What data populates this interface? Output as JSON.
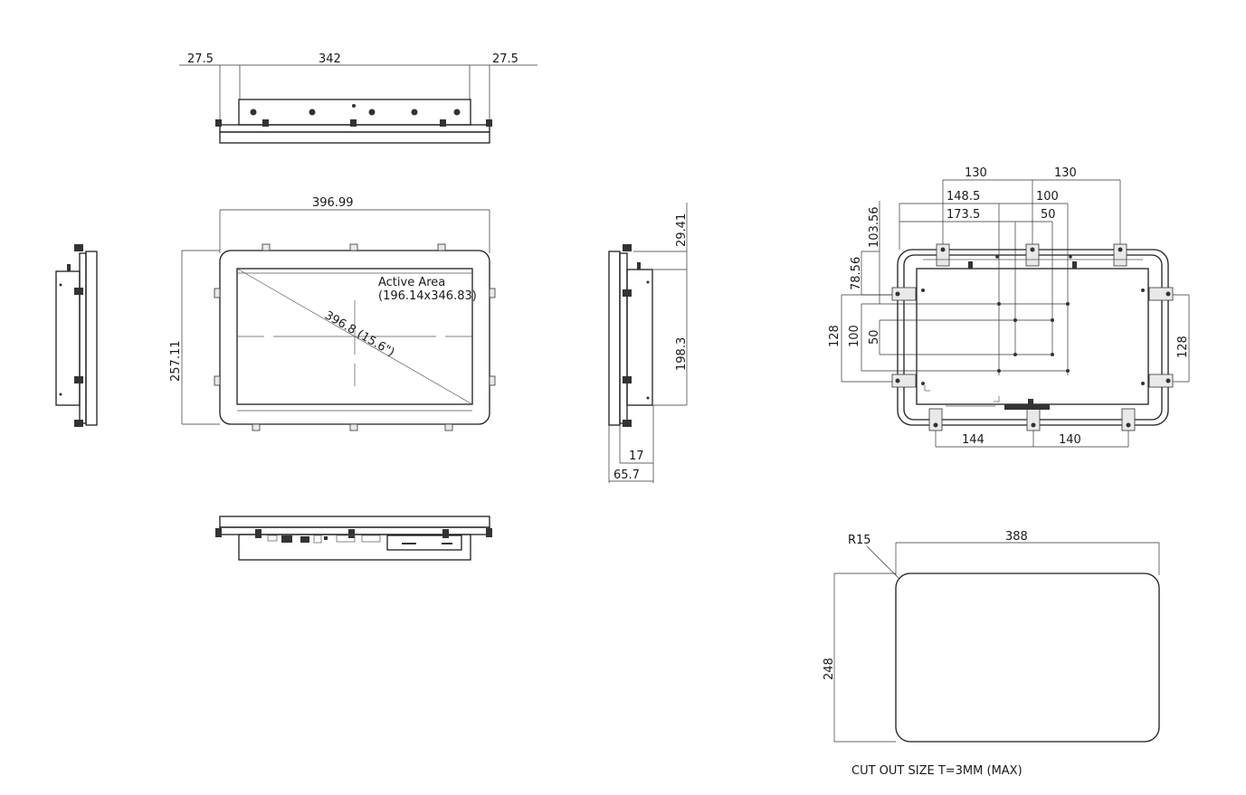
{
  "top_view": {
    "dim_left": "27.5",
    "dim_center": "342",
    "dim_right": "27.5"
  },
  "front_view": {
    "dim_width": "396.99",
    "dim_height": "257.11",
    "active_area_title": "Active Area",
    "active_area_size": "(196.14x346.83)",
    "diagonal": "396.8 (15.6\")"
  },
  "side_view": {
    "dim_top": "29.41",
    "dim_height": "198.3",
    "dim_depth_a": "17",
    "dim_depth_b": "65.7"
  },
  "rear_view": {
    "dim_130_left": "130",
    "dim_130_right": "130",
    "dim_148_5": "148.5",
    "dim_100_top": "100",
    "dim_173_5": "173.5",
    "dim_50_top": "50",
    "dim_103_56": "103.56",
    "dim_78_56": "78.56",
    "dim_128_left": "128",
    "dim_100_left": "100",
    "dim_50_left": "50",
    "dim_128_right": "128",
    "dim_144": "144",
    "dim_140": "140"
  },
  "cutout": {
    "radius": "R15",
    "width": "388",
    "height": "248",
    "caption": "CUT OUT SIZE T=3MM (MAX)"
  }
}
